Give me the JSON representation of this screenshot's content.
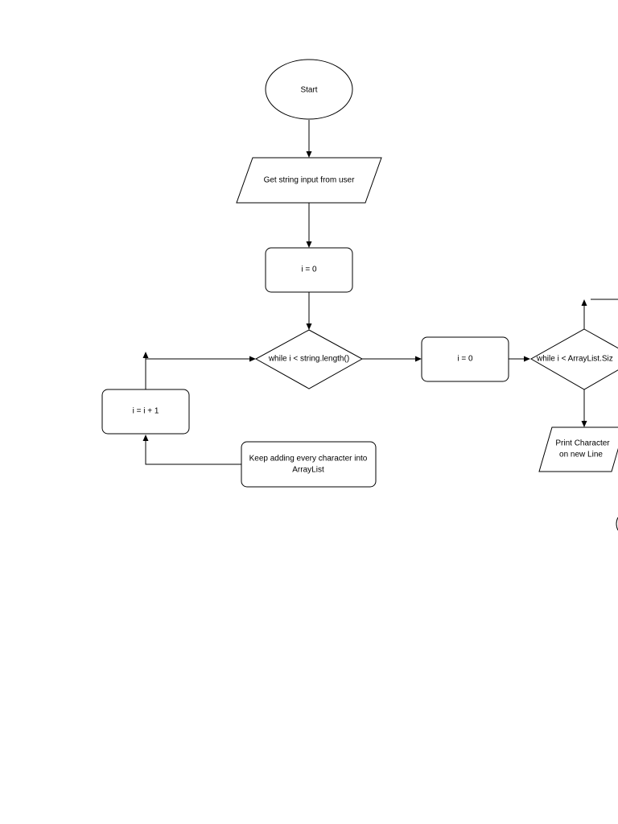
{
  "diagram": {
    "nodes": {
      "start": {
        "label": "Start"
      },
      "get_input": {
        "label": "Get string input from user"
      },
      "init_i_1": {
        "label": "i = 0"
      },
      "loop_1": {
        "label": "while i < string.length()"
      },
      "increment": {
        "label": "i = i + 1"
      },
      "add_char": {
        "label_line1": "Keep adding every character into",
        "label_line2": "ArrayList"
      },
      "init_i_2": {
        "label": "i = 0"
      },
      "loop_2": {
        "label": "while i < ArrayList.Siz"
      },
      "print_char": {
        "label_line1": "Print Character",
        "label_line2": "on new Line"
      }
    },
    "colors": {
      "stroke": "#000000",
      "fill": "#ffffff",
      "background": "#ffffff"
    }
  }
}
